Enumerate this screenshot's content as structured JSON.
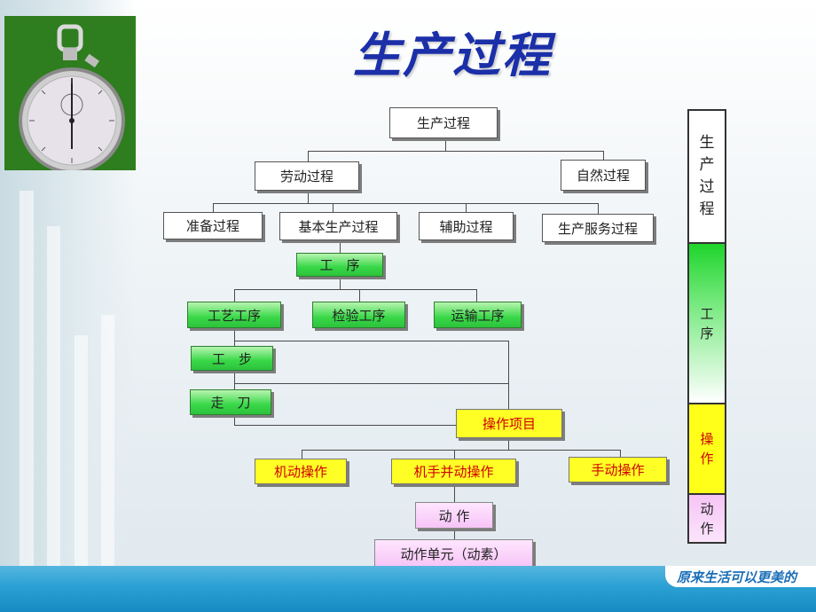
{
  "title": "生产过程",
  "nodes": {
    "root": "生产过程",
    "labor": "劳动过程",
    "natural": "自然过程",
    "prep": "准备过程",
    "basic": "基本生产过程",
    "aux": "辅助过程",
    "service": "生产服务过程",
    "process": "工　序",
    "tech": "工艺工序",
    "inspect": "检验工序",
    "transport": "运输工序",
    "step": "工　步",
    "pass": "走　刀",
    "operation": "操作项目",
    "machine": "机动操作",
    "combined": "机手并动操作",
    "manual": "手动操作",
    "action": "动 作",
    "unit": "动作单元（动素）"
  },
  "side_levels": {
    "l1": "生\n产\n过\n程",
    "l2": "工\n序",
    "l3": "操\n作",
    "l4": "动\n作"
  },
  "colors": {
    "title": "#1b2fa8",
    "green": "#39d848",
    "yellow": "#ffff26",
    "pink": "#f6c4f6",
    "red_text": "#d00000",
    "footer_blue": "#1f97cf"
  },
  "footer": {
    "slogan": "原来生活可以更美的"
  }
}
